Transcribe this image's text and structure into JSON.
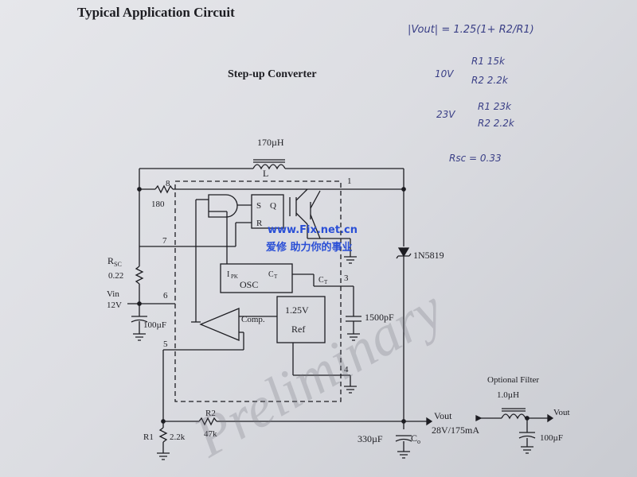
{
  "header": {
    "title": "Typical Application Circuit"
  },
  "circuit": {
    "title": "Step-up Converter",
    "inductor_value": "170µH",
    "inductor_ref": "L",
    "pins": [
      "8",
      "1",
      "7",
      "3",
      "6",
      "5",
      "4"
    ],
    "r180": "180",
    "rsc_label": "R",
    "rsc_sub": "SC",
    "rsc_value": "0.22",
    "vin_label": "Vin",
    "vin_value": "12V",
    "cin_value": "100µF",
    "diode": "1N5819",
    "ipk": "I",
    "ipk_sub": "PK",
    "osc": "OSC",
    "ct_inner": "C",
    "ct_sub": "T",
    "cap_ct": "1500pF",
    "sr_s": "S",
    "sr_q": "Q",
    "sr_r": "R",
    "ref_voltage": "1.25V",
    "ref_label": "Ref",
    "comp_label": "Comp.",
    "r2_ref": "R2",
    "r2_value": "47k",
    "r1_ref": "R1",
    "r1_value": "2.2k",
    "vout_label": "Vout",
    "vout_spec": "28V/175mA",
    "cout_value": "330µF",
    "cout_ref": "C",
    "cout_sub": "o"
  },
  "filter": {
    "title": "Optional Filter",
    "inductor_value": "1.0µH",
    "vout_label": "Vout",
    "cap_value": "100µF"
  },
  "notes": {
    "formula": "|Vout| = 1.25(1+ R2/R1)",
    "n10v": "10V",
    "n10v_r1": "R1 15k",
    "n10v_r2": "R2 2.2k",
    "n23v": "23V",
    "n23v_r1": "R1 23k",
    "n23v_r2": "R2 2.2k",
    "rsc": "Rsc = 0.33"
  },
  "watermark": {
    "site": "www.Fix.net.cn",
    "chinese": "爱修 助力你的事业",
    "preliminary": "Preliminary"
  },
  "colors": {
    "ink": "#1d1d22",
    "hand": "#3a3f86",
    "watermark_blue": "#2a4fd6"
  }
}
